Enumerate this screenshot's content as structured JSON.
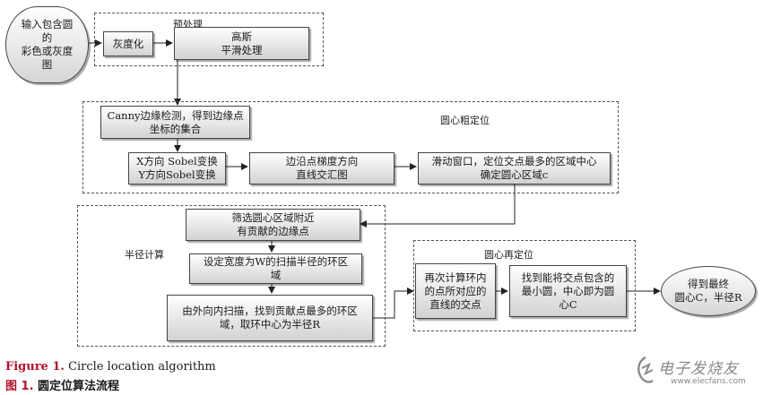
{
  "groups": {
    "preprocess": "预处理",
    "coarse_center": "圆心粗定位",
    "radius": "半径计算",
    "refine_center": "圆心再定位"
  },
  "nodes": {
    "input": "输入包含圆\n的\n彩色或灰度\n图",
    "grayscale": "灰度化",
    "gaussian": "高斯\n平滑处理",
    "canny": "Canny边缘检测，得到边缘点\n坐标的集合",
    "sobel": "X方向 Sobel变换\nY方向Sobel变换",
    "gradient": "边沿点梯度方向\n直线交汇图",
    "sliding": "滑动窗口，定位交点最多的区域中心\n确定圆心区域c",
    "filter": "筛选圆心区域附近\n有贡献的边缘点",
    "ring": "设定宽度为W的扫描半径的环区\n域",
    "scan": "由外向内扫描，找到贡献点最多的环区\n域，取环中心为半径R",
    "recompute": "再次计算环内\n的点所对应的\n直线的交点",
    "mincircle": "找到能将交点包含的\n最小圆，中心即为圆\n心C",
    "output": "得到最终\n圆心C，半径R"
  },
  "caption": {
    "en_label": "Figure 1.",
    "en_text": "Circle location algorithm",
    "cn_label": "图 1.",
    "cn_text": "圆定位算法流程"
  },
  "watermark": {
    "text": "电子发烧友",
    "sub": "www.elecfans.com"
  }
}
